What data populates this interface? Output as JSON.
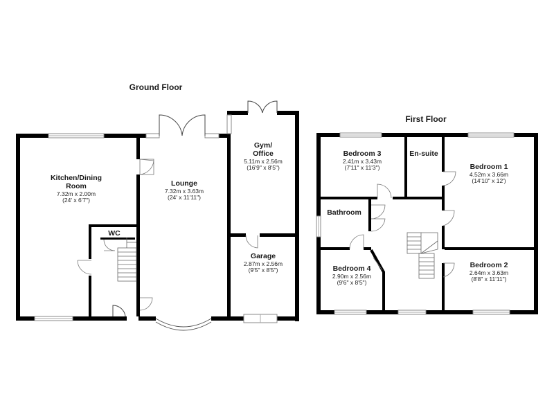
{
  "floors": {
    "ground": {
      "title": "Ground Floor",
      "rooms": {
        "kitchen": {
          "name_line1": "Kitchen/Dining",
          "name_line2": "Room",
          "metric": "7.32m x 2.00m",
          "imperial": "(24' x 6'7\")"
        },
        "lounge": {
          "name": "Lounge",
          "metric": "7.32m x 3.63m",
          "imperial": "(24' x 11'11\")"
        },
        "gym": {
          "name_line1": "Gym/",
          "name_line2": "Office",
          "metric": "5.11m x 2.56m",
          "imperial": "(16'9\" x 8'5\")"
        },
        "garage": {
          "name": "Garage",
          "metric": "2.87m x 2.56m",
          "imperial": "(9'5\" x 8'5\")"
        },
        "wc": {
          "name": "WC"
        }
      }
    },
    "first": {
      "title": "First Floor",
      "rooms": {
        "bedroom3": {
          "name": "Bedroom 3",
          "metric": "2.41m x 3.43m",
          "imperial": "(7'11\" x 11'3\")"
        },
        "ensuite": {
          "name": "En-suite"
        },
        "bedroom1": {
          "name": "Bedroom 1",
          "metric": "4.52m x 3.66m",
          "imperial": "(14'10\" x 12')"
        },
        "bathroom": {
          "name": "Bathroom"
        },
        "bedroom4": {
          "name": "Bedroom 4",
          "metric": "2.90m x 2.56m",
          "imperial": "(9'6\" x 8'5\")"
        },
        "bedroom2": {
          "name": "Bedroom 2",
          "metric": "2.64m x 3.63m",
          "imperial": "(8'8\" x 11'11\")"
        }
      }
    }
  },
  "colors": {
    "wall": "#000000",
    "text": "#1a1a1a",
    "background": "#ffffff"
  }
}
